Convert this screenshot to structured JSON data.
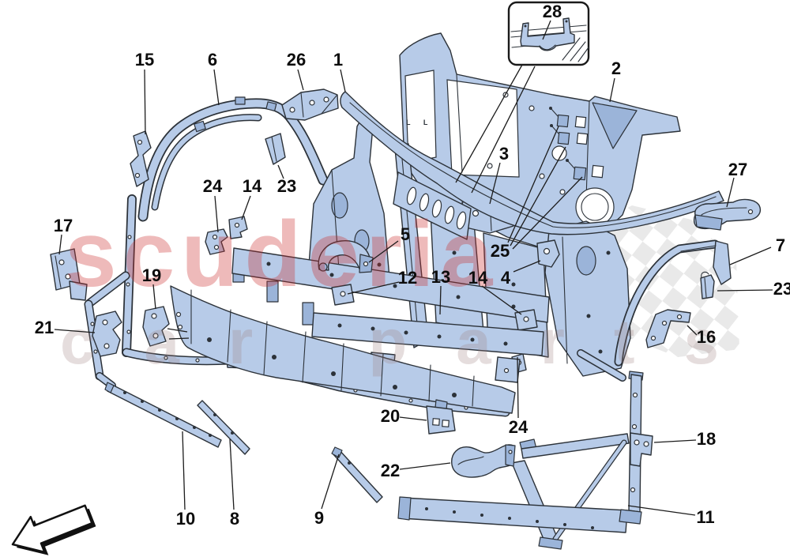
{
  "diagram": {
    "title_context": "front structure exploded parts diagram",
    "panel_marks": "L L",
    "callouts": [
      "15",
      "6",
      "26",
      "1",
      "28",
      "2",
      "27",
      "3",
      "24",
      "14",
      "23",
      "17",
      "5",
      "25",
      "7",
      "4",
      "14",
      "13",
      "12",
      "19",
      "23",
      "21",
      "16",
      "20",
      "24",
      "18",
      "22",
      "11",
      "10",
      "8",
      "9"
    ]
  },
  "watermark": {
    "line1": "scuderia",
    "line2": "car parts"
  },
  "colors": {
    "background": "#ffffff",
    "part_fill": "#b7cbe8",
    "part_shade": "#9bb4d9",
    "outline": "#2c3239",
    "label": "#0d0d0d",
    "watermark_red": "#cc2d2d",
    "watermark_gray": "#a08484",
    "checker": "#d7d7d7"
  }
}
